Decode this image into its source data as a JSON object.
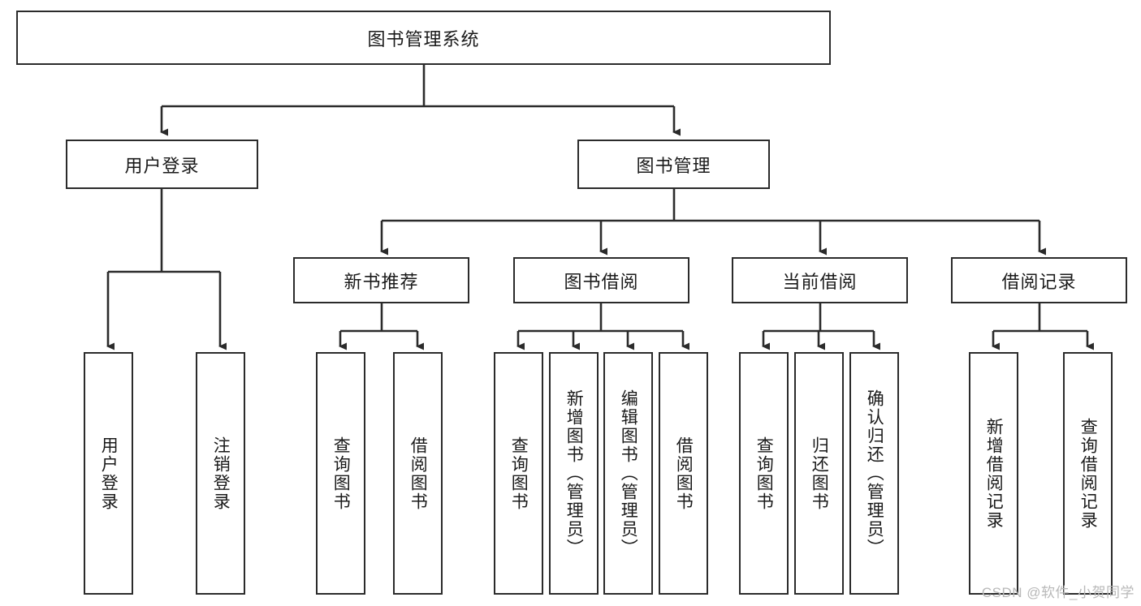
{
  "diagram": {
    "title": "图书管理系统",
    "type": "tree-hierarchy-diagram",
    "root": {
      "label": "图书管理系统"
    },
    "level2": [
      {
        "label": "用户登录"
      },
      {
        "label": "图书管理"
      }
    ],
    "level3": [
      {
        "label": "新书推荐"
      },
      {
        "label": "图书借阅"
      },
      {
        "label": "当前借阅"
      },
      {
        "label": "借阅记录"
      }
    ],
    "leaves": {
      "user_login": [
        {
          "label": "用户登录"
        },
        {
          "label": "注销登录"
        }
      ],
      "new_book_recommend": [
        {
          "label": "查询图书"
        },
        {
          "label": "借阅图书"
        }
      ],
      "book_borrow": [
        {
          "label": "查询图书"
        },
        {
          "label": "新增图书（管理员）"
        },
        {
          "label": "编辑图书（管理员）"
        },
        {
          "label": "借阅图书"
        }
      ],
      "current_borrow": [
        {
          "label": "查询图书"
        },
        {
          "label": "归还图书"
        },
        {
          "label": "确认归还（管理员）"
        }
      ],
      "borrow_record": [
        {
          "label": "新增借阅记录"
        },
        {
          "label": "查询借阅记录"
        }
      ]
    }
  },
  "watermark": {
    "text": "CSDN @软件_小贺同学"
  },
  "colors": {
    "stroke": "#2b2b2b",
    "fill": "#ffffff",
    "text": "#1a1a1a",
    "watermark": "#b8b8b8"
  }
}
